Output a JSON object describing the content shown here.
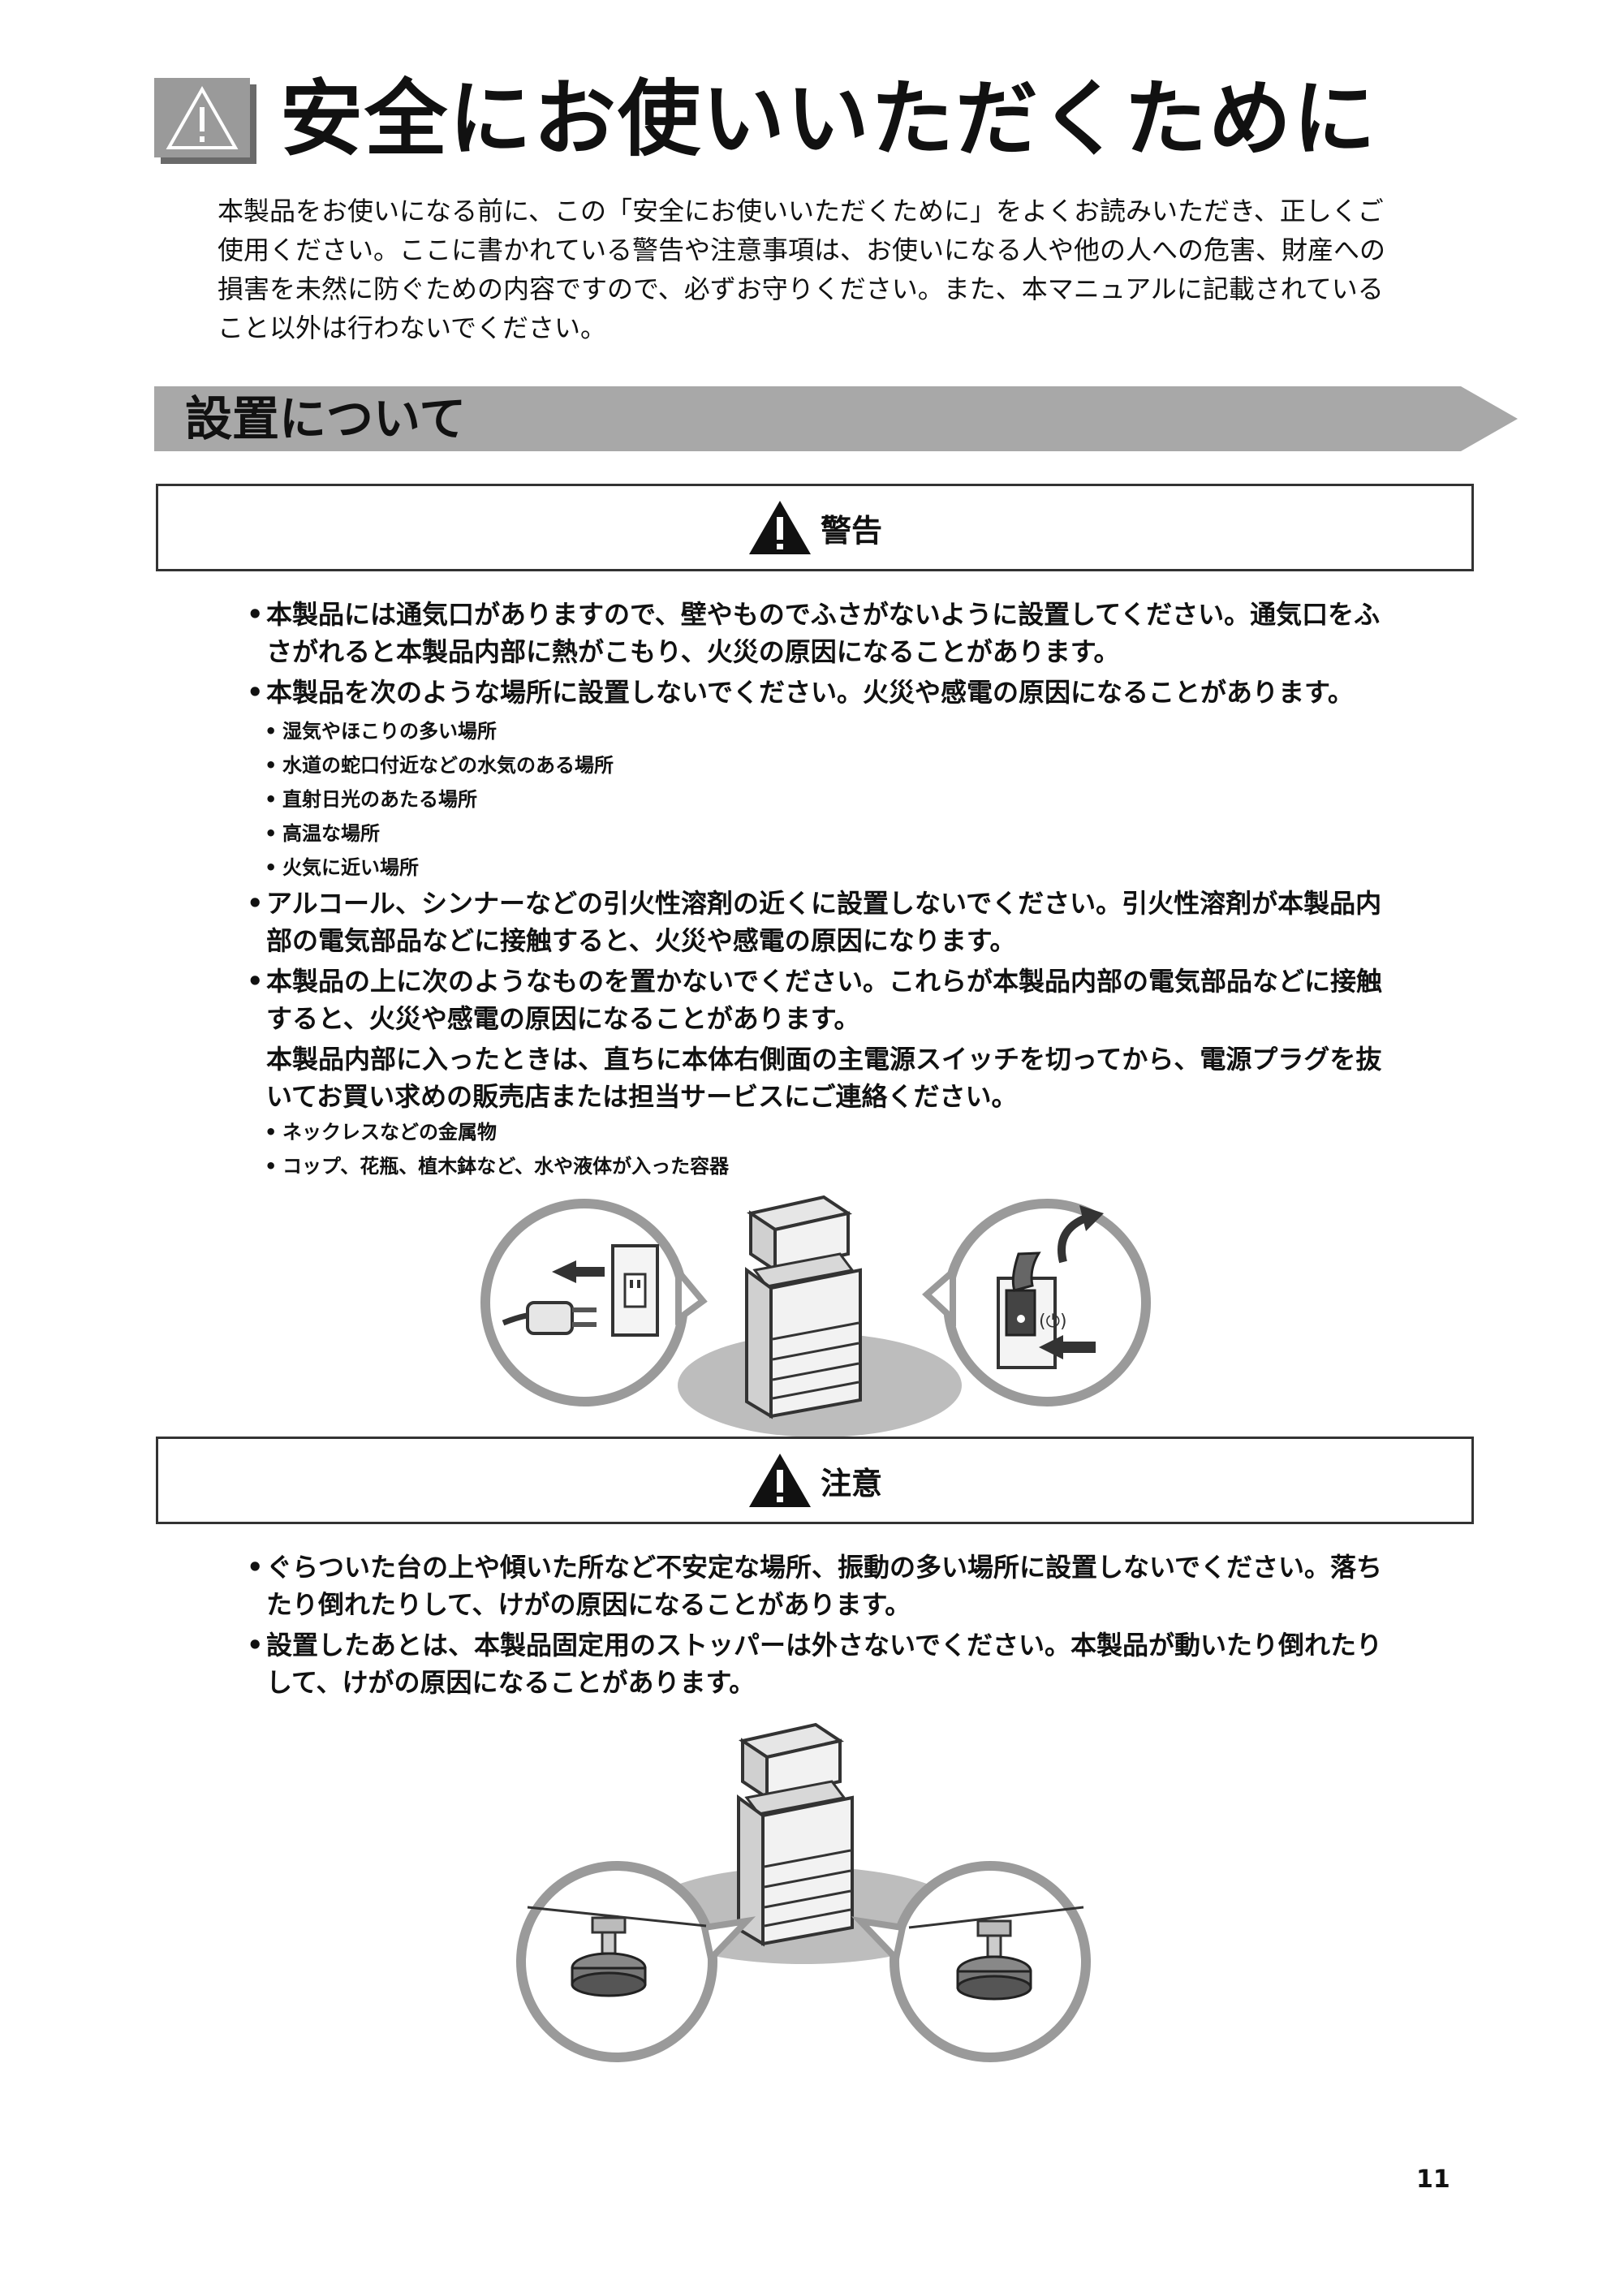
{
  "title": "安全にお使いいただくために",
  "intro": {
    "lines": [
      "本製品をお使いになる前に、この「安全にお使いいただくために」をよくお読みいただき、正しくご",
      "使用ください。ここに書かれている警告や注意事項は、お使いになる人や他の人への危害、財産への",
      "損害を未然に防ぐための内容ですので、必ずお守りください。また、本マニュアルに記載されている",
      "こと以外は行わないでください。"
    ]
  },
  "section": {
    "title": "設置について"
  },
  "warning": {
    "label": "警告",
    "items": [
      {
        "lines": [
          "本製品には通気口がありますので、壁やものでふさがないように設置してください。通気口をふ",
          "さがれると本製品内部に熱がこもり、火災の原因になることがあります。"
        ]
      },
      {
        "lines": [
          "本製品を次のような場所に設置しないでください。火災や感電の原因になることがあります。"
        ],
        "subitems": [
          "湿気やほこりの多い場所",
          "水道の蛇口付近などの水気のある場所",
          "直射日光のあたる場所",
          "高温な場所",
          "火気に近い場所"
        ]
      },
      {
        "lines": [
          "アルコール、シンナーなどの引火性溶剤の近くに設置しないでください。引火性溶剤が本製品内",
          "部の電気部品などに接触すると、火災や感電の原因になります。"
        ]
      },
      {
        "lines": [
          "本製品の上に次のようなものを置かないでください。これらが本製品内部の電気部品などに接触",
          "すると、火災や感電の原因になることがあります。"
        ],
        "continuation": [
          "本製品内部に入ったときは、直ちに本体右側面の主電源スイッチを切ってから、電源プラグを抜",
          "いてお買い求めの販売店または担当サービスにご連絡ください。"
        ],
        "subitems": [
          "ネックレスなどの金属物",
          "コップ、花瓶、植木鉢など、水や液体が入った容器"
        ]
      }
    ]
  },
  "caution": {
    "label": "注意",
    "items": [
      {
        "lines": [
          "ぐらついた台の上や傾いた所など不安定な場所、振動の多い場所に設置しないでください。落ち",
          "たり倒れたりして、けがの原因になることがあります。"
        ]
      },
      {
        "lines": [
          "設置したあとは、本製品固定用のストッパーは外さないでください。本製品が動いたり倒れたり",
          "して、けがの原因になることがあります。"
        ]
      }
    ]
  },
  "illustration_power": {
    "power_symbol": "(⏻)"
  },
  "page_number": "11"
}
